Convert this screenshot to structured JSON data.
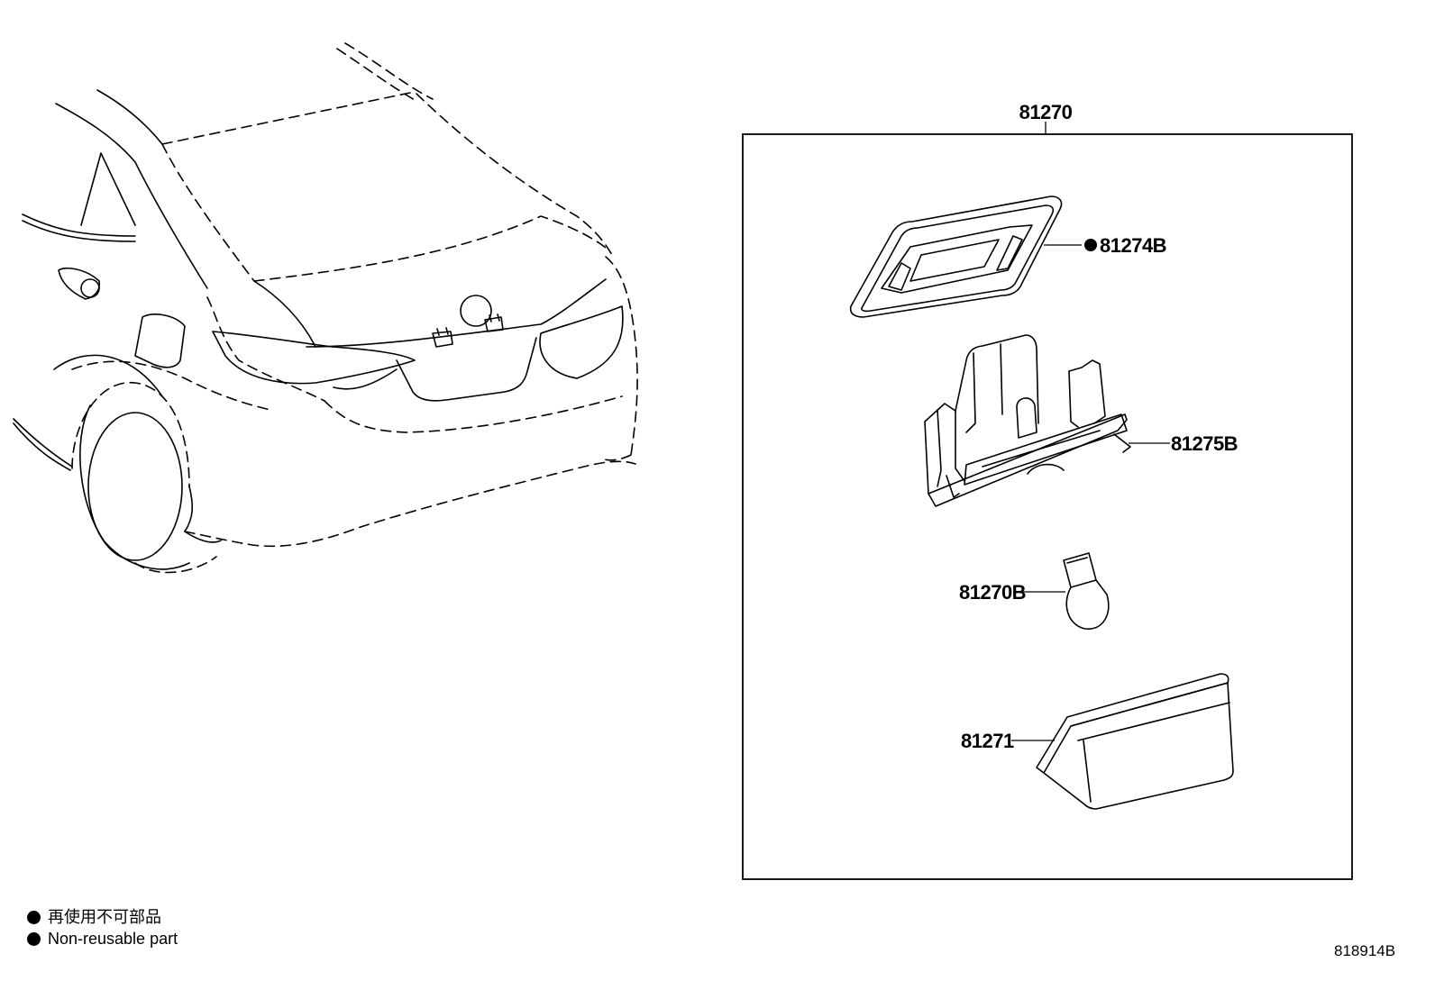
{
  "callouts": {
    "assembly": "81270",
    "gasket": "81274B",
    "housing": "81275B",
    "bulb": "81270B",
    "lens": "81271"
  },
  "legend": {
    "japanese": "再使用不可部品",
    "english": "Non-reusable part"
  },
  "drawing_number": "818914B"
}
